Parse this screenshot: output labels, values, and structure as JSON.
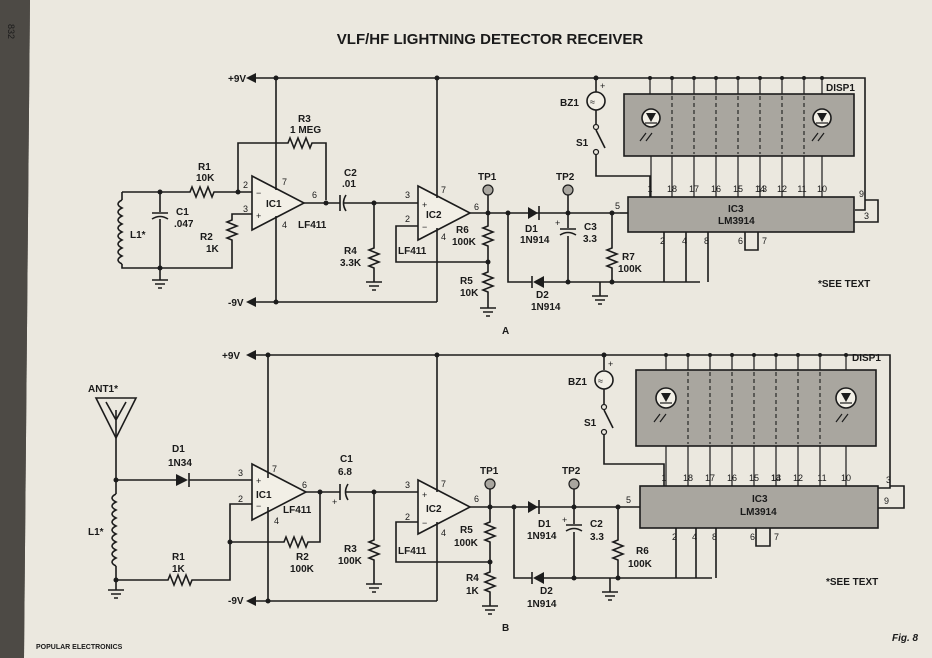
{
  "page_number": "832",
  "title": "VLF/HF LIGHTNING DETECTOR RECEIVER",
  "footer": "POPULAR ELECTRONICS",
  "fig_label": "Fig. 8",
  "circuit_a": {
    "label": "A",
    "plus_rail": "+9V",
    "minus_rail": "-9V",
    "see_text": "*SEE TEXT",
    "L1": "L1*",
    "C1": {
      "ref": "C1",
      "value": ".047"
    },
    "R1": {
      "ref": "R1",
      "value": "10K"
    },
    "R2": {
      "ref": "R2",
      "value": "1K"
    },
    "R3": {
      "ref": "R3",
      "value": "1 MEG"
    },
    "IC1": {
      "ref": "IC1",
      "part": "LF411"
    },
    "C2": {
      "ref": "C2",
      "value": ".01"
    },
    "R4": {
      "ref": "R4",
      "value": "3.3K"
    },
    "IC2": {
      "ref": "IC2",
      "part": "LF411"
    },
    "R6": {
      "ref": "R6",
      "value": "100K"
    },
    "R5": {
      "ref": "R5",
      "value": "10K"
    },
    "TP1": "TP1",
    "TP2": "TP2",
    "D1": {
      "ref": "D1",
      "part": "1N914"
    },
    "D2": {
      "ref": "D2",
      "part": "1N914"
    },
    "C3": {
      "ref": "C3",
      "value": "3.3"
    },
    "R7": {
      "ref": "R7",
      "value": "100K"
    },
    "BZ1": "BZ1",
    "S1": "S1",
    "DISP1": "DISP1",
    "IC3": {
      "ref": "IC3",
      "part": "LM3914"
    }
  },
  "circuit_b": {
    "label": "B",
    "plus_rail": "+9V",
    "minus_rail": "-9V",
    "see_text": "*SEE TEXT",
    "ANT1": "ANT1*",
    "L1": "L1*",
    "D1": {
      "ref": "D1",
      "part": "1N34"
    },
    "R1": {
      "ref": "R1",
      "value": "1K"
    },
    "IC1": {
      "ref": "IC1",
      "part": "LF411"
    },
    "R2": {
      "ref": "R2",
      "value": "100K"
    },
    "C1": {
      "ref": "C1",
      "value": "6.8"
    },
    "R3": {
      "ref": "R3",
      "value": "100K"
    },
    "IC2": {
      "ref": "IC2",
      "part": "LF411"
    },
    "R5": {
      "ref": "R5",
      "value": "100K"
    },
    "R4": {
      "ref": "R4",
      "value": "1K"
    },
    "TP1": "TP1",
    "TP2": "TP2",
    "D1b": {
      "ref": "D1",
      "part": "1N914"
    },
    "D2": {
      "ref": "D2",
      "part": "1N914"
    },
    "C2": {
      "ref": "C2",
      "value": "3.3"
    },
    "R6": {
      "ref": "R6",
      "value": "100K"
    },
    "BZ1": "BZ1",
    "S1": "S1",
    "DISP1": "DISP1",
    "IC3": {
      "ref": "IC3",
      "part": "LM3914"
    }
  },
  "pins": {
    "op_in_minus": "2",
    "op_in_plus": "3",
    "op_vplus": "7",
    "op_vminus": "4",
    "op_out": "6",
    "lm_top": [
      "1",
      "18",
      "17",
      "16",
      "15",
      "14",
      "13",
      "12",
      "11",
      "10"
    ],
    "lm_bottom": [
      "2",
      "4",
      "8"
    ],
    "lm_6": "6",
    "lm_7": "7",
    "lm_5": "5",
    "lm_9": "9",
    "lm_3": "3"
  },
  "colors": {
    "paper": "#ebe8df",
    "paper_edge": "#5f5b55",
    "ink": "#1c1c1c",
    "ic_fill": "#a9a69f"
  }
}
